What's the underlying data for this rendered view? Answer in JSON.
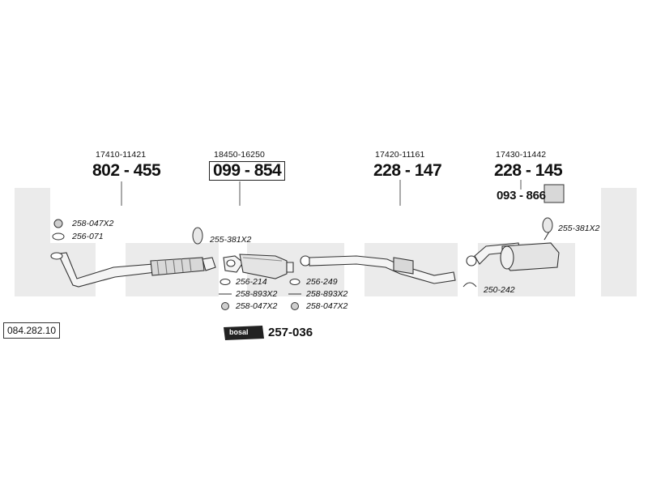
{
  "diagram_ref": "084.282.10",
  "brand_watermark": "bosal",
  "sections": [
    {
      "oe": "17410-11421",
      "part": "802 - 455"
    },
    {
      "oe": "18450-16250",
      "part": "099 - 854"
    },
    {
      "oe": "17420-11161",
      "part": "228 - 147"
    },
    {
      "oe": "17430-11442",
      "part": "228 - 145",
      "extra_part": "093 - 866"
    }
  ],
  "accessories": {
    "front_gasket": "258-047X2",
    "front_ring": "256-071",
    "cat_clamp": "255-381X2",
    "cat_ring_front": "256-214",
    "cat_bolt_front": "258-893X2",
    "cat_nut_front": "258-047X2",
    "cat_ring_rear": "256-249",
    "cat_bolt_rear": "258-893X2",
    "cat_nut_rear": "258-047X2",
    "rear_clamp": "255-381X2",
    "rear_hanger": "250-242"
  },
  "mounting_kit": {
    "logo": "bosal",
    "part": "257-036"
  },
  "colors": {
    "line": "#333333",
    "fill": "#e6e6e6",
    "watermark": "#e9e9e9"
  }
}
